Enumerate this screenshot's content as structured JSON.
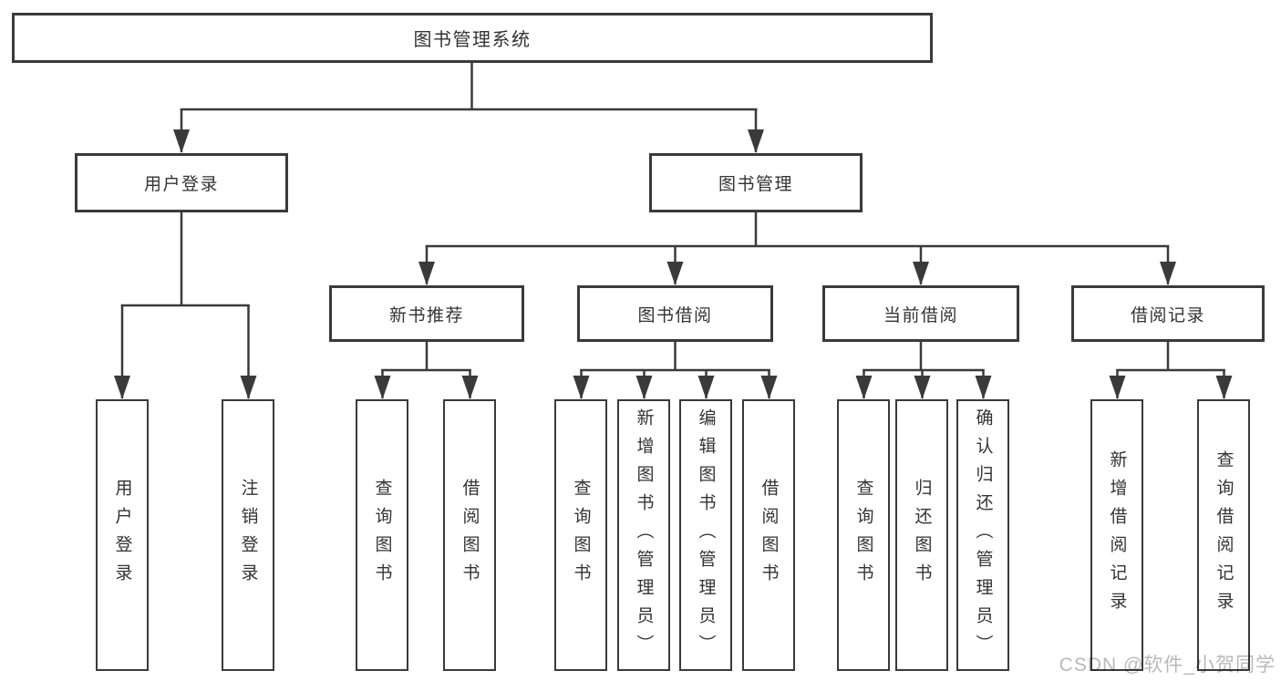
{
  "colors": {
    "line": "#3a3a3a",
    "text": "#333333",
    "box_fill": "#ffffff",
    "background": "#ffffff",
    "watermark": "#b9b9b9"
  },
  "watermark": {
    "text": "CSDN @软件_小贺同学"
  },
  "tree": {
    "root": {
      "label": "图书管理系统"
    },
    "branches": [
      {
        "label": "用户登录",
        "children": [
          {
            "label": "用户登录"
          },
          {
            "label": "注销登录"
          }
        ]
      },
      {
        "label": "图书管理",
        "children": [
          {
            "label": "新书推荐",
            "children": [
              {
                "label": "查询图书"
              },
              {
                "label": "借阅图书"
              }
            ]
          },
          {
            "label": "图书借阅",
            "children": [
              {
                "label": "查询图书"
              },
              {
                "label": "新增图书（管理员）"
              },
              {
                "label": "编辑图书（管理员）"
              },
              {
                "label": "借阅图书"
              }
            ]
          },
          {
            "label": "当前借阅",
            "children": [
              {
                "label": "查询图书"
              },
              {
                "label": "归还图书"
              },
              {
                "label": "确认归还（管理员）"
              }
            ]
          },
          {
            "label": "借阅记录",
            "children": [
              {
                "label": "新增借阅记录"
              },
              {
                "label": "查询借阅记录"
              }
            ]
          }
        ]
      }
    ]
  }
}
